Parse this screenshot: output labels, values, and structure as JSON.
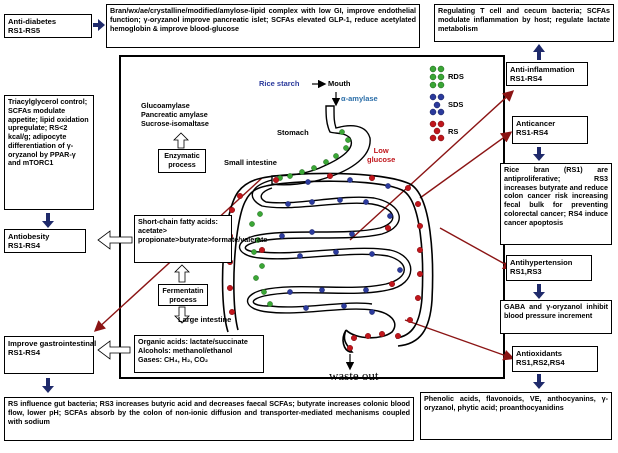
{
  "boxes": {
    "anti_diabetes_title": "Anti-diabetes\nRS1-RS5",
    "anti_diabetes_text": "Bran/wx/ae/crystalline/modified/amylose-lipid complex with low GI, improve endothelial function; γ-oryzanol improve pancreatic islet; SCFAs elevated GLP-1, reduce acetylated hemoglobin & improve blood-glucose",
    "regulating_text": "Regulating T cell and cecum bacteria; SCFAs modulate inflammation by host; regulate lactate metabolism",
    "anti_inflammation": "Anti-inflammation\nRS1-RS4",
    "triacylglycerol_text": "Triacylglycerol control; SCFAs modulate appetite; lipid oxidation upregulate; RS<2 kcal/g; adipocyte differentiation of γ-oryzanol by PPAR-γ and mTORC1",
    "antiobesity": "Antiobesity\nRS1-RS4",
    "anticancer": "Anticancer\nRS1-RS4",
    "rice_bran_text": "Rice bran (RS1) are antiproliferative; RS3 increases butyrate and reduce colon cancer risk increasing fecal bulk for preventing colorectal cancer; RS4 induce cancer apoptosis",
    "antihypertension": "Antihypertension\nRS1,RS3",
    "gaba_text": "GABA and γ-oryzanol inhibit blood pressure increment",
    "improve_gi": "Improve gastrointestinal\nRS1-RS4",
    "antioxidants": "Antioxidants\nRS1,RS2,RS4",
    "gut_bacteria_text": "RS influence gut bacteria; RS3 increases butyric acid and decreases faecal SCFAs; butyrate increases colonic blood flow, lower pH; SCFAs absorb by the colon of non-ionic diffusion and transporter-mediated mechanisms coupled with sodium",
    "phenolic_text": "Phenolic acids, flavonoids, VE, anthocyanins, γ-oryzanol, phytic acid; proanthocyanidins",
    "enzymes_text": "Glucoamylase\nPancreatic amylase\nSucrose-isomaltase",
    "enzymatic_process": "Enzymatic\nprocess",
    "scfa_text": "Short-chain fatty acids: acetate> propionate>butyrate>formate/valerate",
    "fermentation_process": "Fermentatin\nprocess",
    "organic_acids": "Organic acids: lactate/succinate",
    "alcohols": "Alcohols: methanol/ethanol",
    "gases": "Gases: CH₄, H₂, CO₂"
  },
  "diagram": {
    "rice_starch": "Rice starch",
    "mouth": "Mouth",
    "alpha_amylase": "α-amylase",
    "stomach": "Stomach",
    "low_glucose": "Low\nglucose",
    "small_intestine": "Small intestine",
    "large_intestine": "Large intestine",
    "waste_out": "waste out"
  },
  "legend": [
    {
      "label": "RDS",
      "color": "#3aa635"
    },
    {
      "label": "SDS",
      "color": "#2b3a9c"
    },
    {
      "label": "RS",
      "color": "#c0161c"
    }
  ],
  "colors": {
    "intestine_fill": "#ffffff",
    "dark_red_arrow": "#8b1414",
    "navy_arrow": "#1f2a6b"
  }
}
